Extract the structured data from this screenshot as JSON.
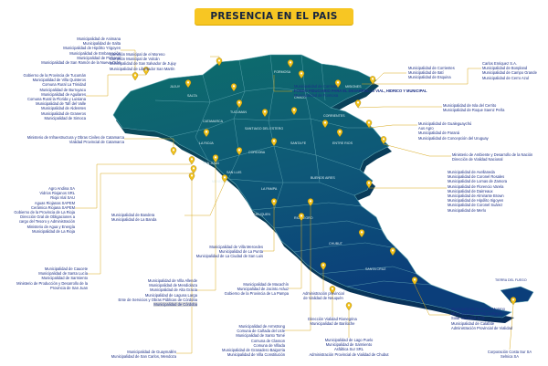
{
  "title": "PRESENCIA EN EL PAIS",
  "colors": {
    "banner": "#f7c623",
    "title_text": "#14233f",
    "label_text": "#1c2f86",
    "leader_line": "#d8a81a",
    "pin": "#f2c21b",
    "map_north": "#0d6f6a",
    "map_south": "#0b3e7a"
  },
  "icons": [
    "location-pin-icon"
  ],
  "provinces": [
    "SALTA",
    "JUJUY",
    "FORMOSA",
    "CHACO",
    "MISIONES",
    "CATAMARCA",
    "TUCUMAN",
    "SANTIAGO DEL ESTERO",
    "CORRIENTES",
    "LA RIOJA",
    "SAN JUAN",
    "CORDOBA",
    "SANTA FE",
    "ENTRE RIOS",
    "SAN LUIS",
    "MENDOZA",
    "BUENOS AIRES",
    "LA PAMPA",
    "NEUQUEN",
    "RIO NEGRO",
    "CHUBUT",
    "SANTA CRUZ",
    "TIERRA DEL FUEGO"
  ],
  "groups": [
    {
      "id": "g1",
      "lines": [
        "Municipalidad de Animana",
        "Municipalidad de Salta",
        "Municipalidad de Hipólito Yrigoyen",
        "Municipalidad de Embarcación",
        "Municipalidad de Pichanal",
        "Municipalidad de San Ramón de la Nueva Orán"
      ]
    },
    {
      "id": "g2",
      "lines": [
        "Comisión Municipal de el Moreno",
        "Comisión Municipal de Volcán",
        "Municipalidad de San Salvador de Jujuy",
        "Municipalidad de Libertador San Martín"
      ]
    },
    {
      "id": "g3",
      "lines": [
        "Gobierno de la Provincia de Tucumán",
        "Municipalidad de Villa Quinteros",
        "Comuna Rural La Trinidad",
        "Municipalidad de Burruyacu",
        "Municipalidad de Aguilares",
        "Comuna Rural la Florida y Luisiana",
        "Municipalidad de Tafí del Valle",
        "Municipalidad de Alderetes",
        "Municipalidad de Graneros",
        "Municipalidad de Simoca"
      ]
    },
    {
      "id": "g4",
      "lines": [
        "Municipalidad de Corrientes",
        "Municipalidad de Itatí",
        "Municipalidad de Esquina"
      ]
    },
    {
      "id": "g5",
      "lines": [
        "Carlos Enriquez S.A.",
        "Municipalidad de Bonpland",
        "Municipalidad de Campo Grande",
        "Municipalidad de Cerro Azul"
      ]
    },
    {
      "id": "g6",
      "lines": [
        "Municipalidad de Corrinda",
        "FONDO FIDUCIARIO PARA EL DESARROLLO VIAL, HIDRICO Y MUNICIPAL",
        "Municipalidad de Formosa"
      ]
    },
    {
      "id": "g7",
      "lines": [
        "Municipalidad de Isla del Cerrito",
        "Municipalidad de Roque Saenz Peña"
      ]
    },
    {
      "id": "g8",
      "lines": [
        "Ministerio de Infraestructura y Obras Civiles de Catamarca",
        "Vialidad Provincial de Catamarca"
      ]
    },
    {
      "id": "g9",
      "lines": [
        "Municipalidad de Gualeguaychú",
        "Aus Agro",
        "Municipalidad de Paraná",
        "Municipalidad de Concepción del Uruguay"
      ]
    },
    {
      "id": "g10",
      "lines": [
        "Ministerio de Ambiente y Desarrollo de la Nación",
        "Dirección de Vialidad Nacional"
      ]
    },
    {
      "id": "g11",
      "lines": [
        "Agro Andina SA",
        "Vidrios Riojanos SRL",
        "Rioja Vial SAU",
        "Aguas Riojanas SAPEM",
        "Cerámica Riojana SAPEM",
        "Gobierno de la Provincia de La Rioja",
        "Dirección Gral de Obligaciones a",
        "cargo del Tesoro y Administración",
        "Ministerio de Agua y Energía",
        "Municipalidad de La Rioja"
      ]
    },
    {
      "id": "g12",
      "lines": [
        "Municipalidad de Bandera",
        "Municipalidad de La Banda"
      ]
    },
    {
      "id": "g13",
      "lines": [
        "Municipalidad de Avellaneda",
        "Municipalidad de Coronel Rosales",
        "Municipalidad de Lomas de Zamora",
        "Municipalidad de Florencio Varela",
        "Municipalidad de Dairreaux",
        "Municipalidad de Almirante Brown",
        "Municipalidad de Hipólito Irigoyen",
        "Municipalidad de Coronel Suárez",
        "Municipalidad de Merlo"
      ]
    },
    {
      "id": "g14",
      "lines": [
        "Municipalidad de Caucete",
        "Municipalidad de Santa Lucía",
        "Municipalidad de Sarmiento",
        "Ministerio de Producción y Desarrollo de la",
        "Provincia de San Juan"
      ]
    },
    {
      "id": "g15",
      "lines": [
        "Municipalidad de Villa Mercedes",
        "Municipalidad de La Punta",
        "Municipalidad de La Ciudad de San Luis"
      ]
    },
    {
      "id": "g16",
      "lines": [
        "Municipalidad de Villa Allende",
        "Municipalidad de Mendiolaza",
        "Municipalidad de Alta Gracia",
        "Municipalidad de Laguna Larga",
        "Ente de Servicios y Obras Públicas de Córdoba",
        "Municipalidad de Córdoba"
      ]
    },
    {
      "id": "g17",
      "lines": [
        "Municipalidad de Macachín",
        "Municipalidad de Jacinto Aráuz",
        "Gobierno de la Provincia de La Pampa"
      ]
    },
    {
      "id": "g18",
      "lines": [
        "Administración provincial",
        "de Vialidad de Neuquén"
      ]
    },
    {
      "id": "g19",
      "lines": [
        "Municipalidad de Puerto Moreno",
        "Municipalidad de Río Gallegos",
        "Solar Industrial SAS",
        "Municipalidad de Calafate",
        "Administración Provincial de Vialidad"
      ]
    },
    {
      "id": "g20",
      "lines": [
        "Dirección Vialidad Rionegrina",
        "Municipalidad de Bariloche"
      ]
    },
    {
      "id": "g21",
      "lines": [
        "Municipalidad de Armstrong",
        "Comuna de Cañada del Ucle",
        "Municipalidad de Santo Tomé",
        "Comuna de Classon",
        "Comuna de Villada",
        "Municipalidad de Granadero Baigorria",
        "Municipalidad de Villa Constitución"
      ]
    },
    {
      "id": "g22",
      "lines": [
        "Municipalidad de Lago Puelo",
        "Municipalidad de Sarmiento",
        "Asfáltica Sur SRL",
        "Administración Provincial de Vialidad de Chubut"
      ]
    },
    {
      "id": "g23",
      "lines": [
        "Municipalidad de Guaymallén",
        "Municipalidad de San Carlos, Mendoza"
      ]
    },
    {
      "id": "g24",
      "lines": [
        "Corporación Costa Sur SA",
        "Selnica SA"
      ]
    }
  ]
}
